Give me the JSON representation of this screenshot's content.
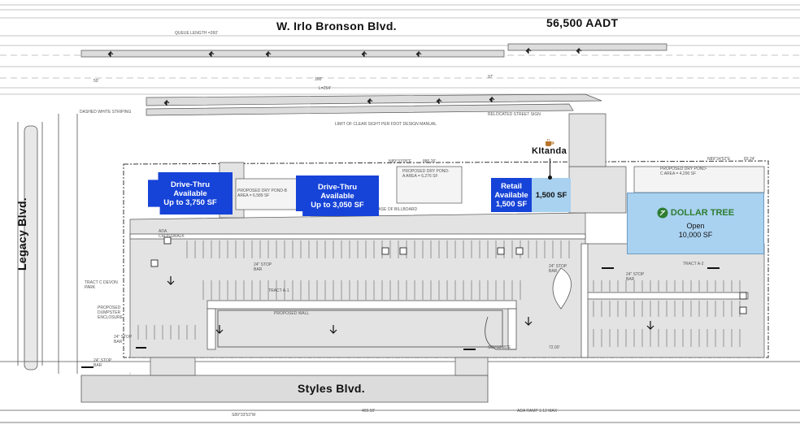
{
  "roads": {
    "north": "W. Irlo Bronson Blvd.",
    "north_traffic": "56,500 AADT",
    "west": "Legacy Blvd.",
    "south": "Styles Blvd."
  },
  "tenants": {
    "drive_thru_1": {
      "line1": "Drive-Thru",
      "line2": "Available",
      "line3": "Up to 3,750 SF"
    },
    "drive_thru_2": {
      "line1": "Drive-Thru",
      "line2": "Available",
      "line3": "Up to 3,050 SF"
    },
    "retail": {
      "line1": "Retail",
      "line2": "Available",
      "line3": "1,500 SF"
    },
    "kitanda": {
      "name": "KItanda",
      "size": "1,500 SF"
    },
    "dollar_tree": {
      "brand": "DOLLAR TREE",
      "status": "Open",
      "size": "10,000 SF"
    }
  },
  "notes": {
    "queue": "QUEUE LENGTH =260'",
    "taper_50": "50'",
    "taper_97": "97'",
    "dim_300": "300'",
    "dim_254": "L=254'",
    "striping": "DASHED WHITE STRIPING",
    "clear_sight": "LIMIT OF CLEAR SIGHT PER FDOT DESIGN MANUAL",
    "relocated_street": "RELOCATED STREET SIGN",
    "dim_880": "880.26'",
    "bearing_1": "N89°33'05\"E",
    "bearing_2": "N89°34'52\"E",
    "dim_8324": "83.24'",
    "bearing_3": "S89°33'55\"E",
    "dim_7200": "72.00'",
    "bearing_4": "S89°33'53\"W",
    "dim_40950": "409.50'",
    "pond_b": "PROPOSED DRY POND-B AREA = 6,589 SF",
    "pond_a": "PROPOSED DRY POND-A AREA = 6,276 SF",
    "pond_c": "PROPOSED DRY POND-C AREA = 4,290 SF",
    "tract_c": "TRACT C DEVON PARK",
    "tract_a1": "TRACT A-1",
    "tract_a2": "TRACT A-2",
    "dumpster": "PROPOSED DUMPSTER ENCLOSURE",
    "wall": "PROPOSED WALL",
    "stop_bar_a": "24\" STOP BAR",
    "stop_bar_b": "24\" STOP BAR",
    "stop_bar_c": "24\" STOP BAR",
    "stop_bar_d": "24\" STOP BAR",
    "stop_bar_e": "24\" STOP BAR",
    "ada_ramp": "ADA RAMP 1:12 MAX",
    "crosswalk": "ADA CROSSWALK",
    "billboard": "BASE OF BILLBOARD"
  },
  "colors": {
    "tenant_blue": "#1643d8",
    "tenant_light": "#a9d1f0",
    "paving": "#e3e3e3",
    "linework": "#555555",
    "dollar_tree_green": "#2e7d32"
  }
}
